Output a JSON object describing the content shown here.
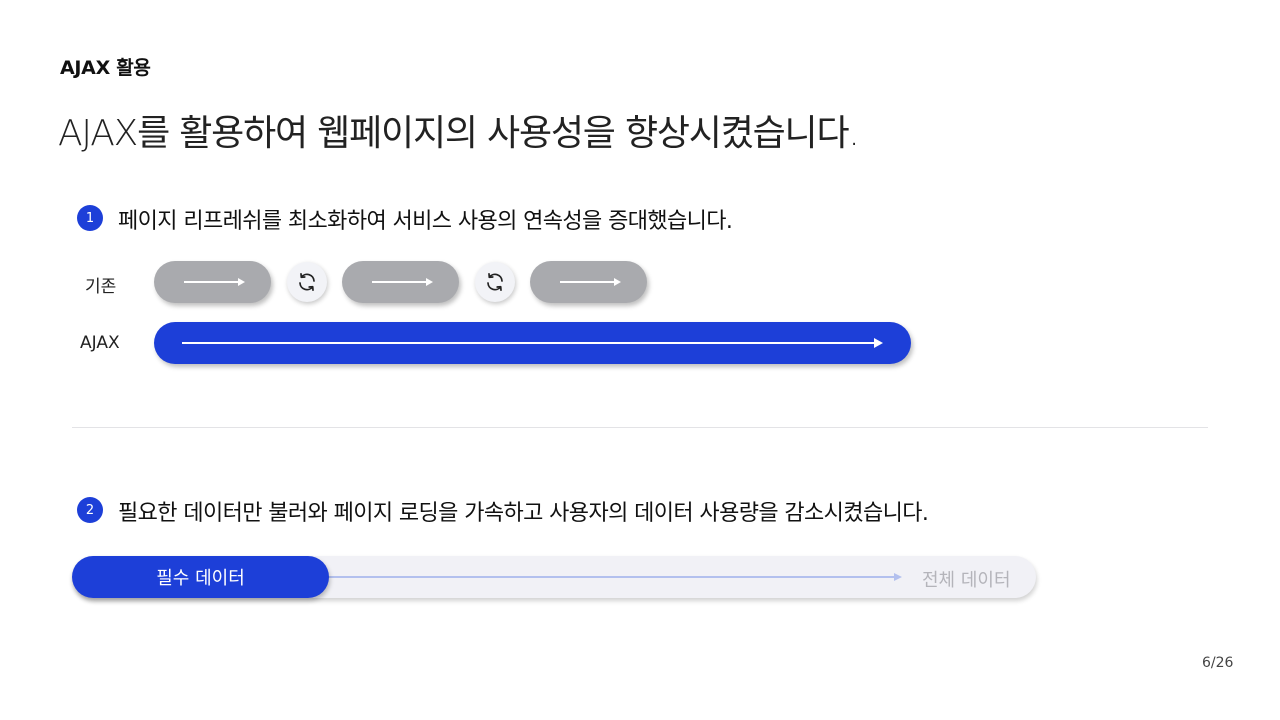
{
  "header": {
    "eyebrow": "AJAX 활용",
    "title": "AJAX를 활용하여 웹페이지의 사용성을 향상시켰습니다."
  },
  "point1": {
    "number": "1",
    "text": "페이지 리프레쉬를 최소화하여 서비스 사용의 연속성을 증대했습니다.",
    "row_legacy_label": "기존",
    "row_ajax_label": "AJAX"
  },
  "point2": {
    "number": "2",
    "text": "필요한 데이터만 불러와 페이지 로딩을 가속하고 사용자의 데이터 사용량을 감소시켰습니다.",
    "fill_label": "필수 데이터",
    "end_label": "전체 데이터"
  },
  "footer": {
    "page": "6/26"
  },
  "colors": {
    "accent": "#1d3fd8",
    "gray_pill": "#a9aaae",
    "muted_text": "#b4b4ba"
  }
}
